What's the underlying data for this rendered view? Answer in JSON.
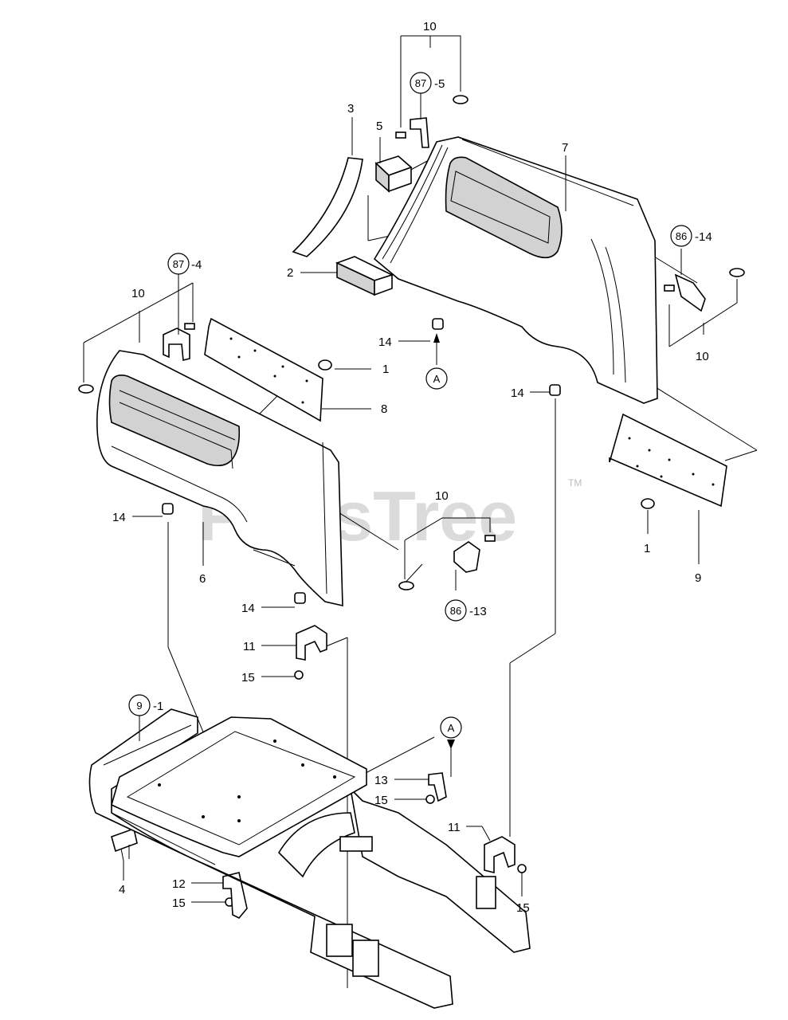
{
  "watermark": {
    "text": "PartsTree",
    "tm": "TM"
  },
  "callouts": {
    "c1a": "1",
    "c1b": "1",
    "c2": "2",
    "c3": "3",
    "c4": "4",
    "c5": "5",
    "c6": "6",
    "c7": "7",
    "c8": "8",
    "c9": "9",
    "c10a": "10",
    "c10b": "10",
    "c10c": "10",
    "c10d": "10",
    "c11a": "11",
    "c11b": "11",
    "c12": "12",
    "c13": "13",
    "c14a": "14",
    "c14b": "14",
    "c14c": "14",
    "c14d": "14",
    "c15a": "15",
    "c15b": "15",
    "c15c": "15",
    "c15d": "15"
  },
  "references": {
    "r87_5": {
      "num": "87",
      "suffix": "-5"
    },
    "r87_4": {
      "num": "87",
      "suffix": "-4"
    },
    "r86_14": {
      "num": "86",
      "suffix": "-14"
    },
    "r86_13": {
      "num": "86",
      "suffix": "-13"
    },
    "r9_1": {
      "num": "9",
      "suffix": "-1"
    }
  },
  "markers": {
    "a_top": "A",
    "a_bottom": "A"
  }
}
